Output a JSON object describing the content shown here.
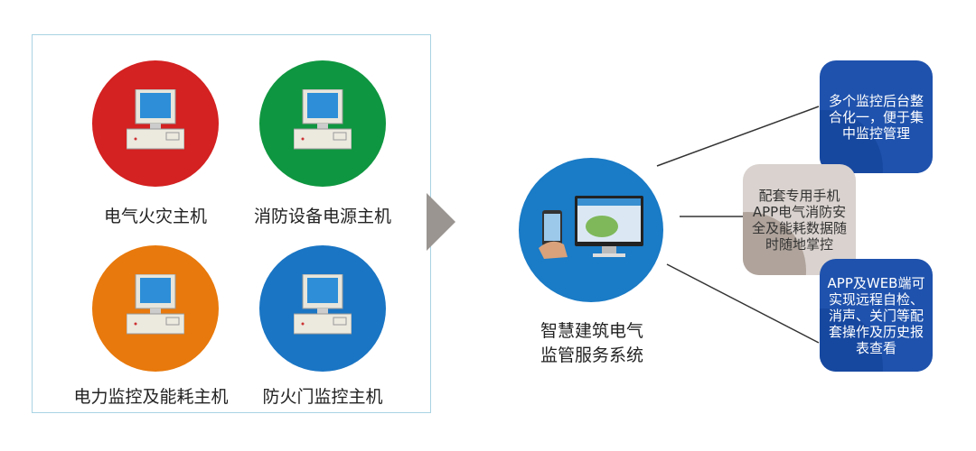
{
  "hosts": [
    {
      "label": "电气火灾主机",
      "color": "#d42121"
    },
    {
      "label": "消防设备电源主机",
      "color": "#0f9640"
    },
    {
      "label": "电力监控及能耗主机",
      "color": "#e8790c"
    },
    {
      "label": "防火门监控主机",
      "color": "#1a75c4"
    }
  ],
  "system": {
    "line1": "智慧建筑电气",
    "line2": "监管服务系统"
  },
  "features": [
    "多个监控后台整合化一，便于集中监控管理",
    "配套专用手机APP电气消防安全及能耗数据随时随地掌控",
    "APP及WEB端可实现远程自检、消声、关门等配套操作及历史报表查看"
  ]
}
